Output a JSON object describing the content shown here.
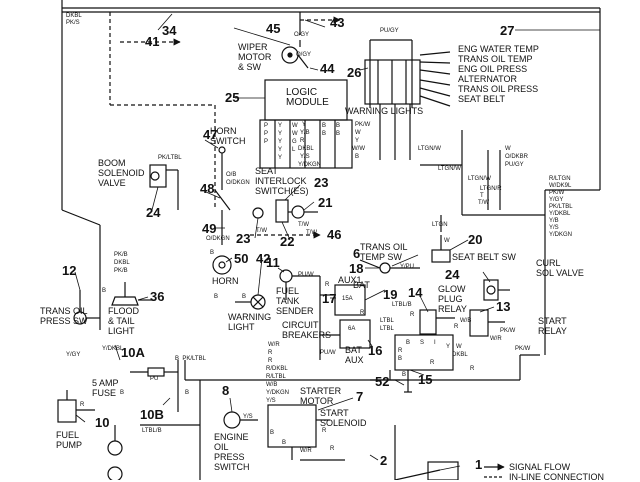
{
  "components": {
    "wiper_motor": "WIPER\nMOTOR\n& SW",
    "logic_module": "LOGIC\nMODULE",
    "warning_lights": "WARNING LIGHTS",
    "horn_switch": "HORN\nSWITCH",
    "seat_interlock": "SEAT\nINTERLOCK\nSWITCH(ES)",
    "boom_solenoid": "BOOM\nSOLENOID\nVALVE",
    "trans_oil_temp_sw": "TRANS OIL\nTEMP SW",
    "seat_belt_sw": "SEAT BELT SW",
    "curl_sol_valve": "CURL\nSOL VALVE",
    "trans_oil_press_sw": "TRANS OIL\nPRESS SW",
    "flood_tail_light": "FLOOD\n& TAIL\nLIGHT",
    "horn": "HORN",
    "warning_light": "WARNING\nLIGHT",
    "fuel_tank_sender": "FUEL\nTANK\nSENDER",
    "circuit_breakers": "CIRCUIT\nBREAKERS",
    "glow_plug_relay": "GLOW\nPLUG\nRELAY",
    "start_relay": "START\nRELAY",
    "five_amp_fuse": "5 AMP\nFUSE",
    "fuel_pump": "FUEL\nPUMP",
    "engine_oil_press_switch": "ENGINE\nOIL\nPRESS\nSWITCH",
    "starter_motor": "STARTER\nMOTOR",
    "start_solenoid": "START\nSOLENOID",
    "aux1": "AUX1",
    "bat_top": "BAT",
    "bat_aux": "BAT\nAUX",
    "breaker_15a": "15A",
    "breaker_6a": "6A",
    "b_label": "B",
    "s_label": "S",
    "i_label": "I"
  },
  "warning_list": [
    "ENG WATER TEMP",
    "TRANS OIL TEMP",
    "ENG OIL PRESS",
    "ALTERNATOR",
    "TRANS OIL PRESS",
    "SEAT BELT"
  ],
  "legend": {
    "signal_flow": "SIGNAL FLOW",
    "inline_connection": "IN-LINE CONNECTION"
  },
  "callouts": {
    "n1": "1",
    "n2": "2",
    "n6": "6",
    "n7": "7",
    "n8": "8",
    "n10": "10",
    "n10a": "10A",
    "n10b": "10B",
    "n11": "11",
    "n12": "12",
    "n13": "13",
    "n14": "14",
    "n15": "15",
    "n16": "16",
    "n17": "17",
    "n18": "18",
    "n19": "19",
    "n20": "20",
    "n21": "21",
    "n22": "22",
    "n23a": "23",
    "n23b": "23",
    "n24a": "24",
    "n24b": "24",
    "n25": "25",
    "n26": "26",
    "n27": "27",
    "n34": "34",
    "n36": "36",
    "n41": "41",
    "n42": "42",
    "n43": "43",
    "n44": "44",
    "n45": "45",
    "n46": "46",
    "n47": "47",
    "n48": "48",
    "n49": "49",
    "n50": "50",
    "n52": "52"
  },
  "wire_codes": {
    "top_dkbl_pks": "DKBL\nPK/S",
    "o_gy_wiper": "O/GY",
    "o_gy_wiper2": "O/GY",
    "pu_gy": "PU/GY",
    "pk_ltbl": "PK/LTBL",
    "pk_b": "PK/B",
    "dkbl_left": "DKBL",
    "pk_b2": "PK/B",
    "b_left": "B",
    "y_gy": "Y/GY",
    "y_dkbl": "Y/DKBL",
    "b_pk_ltbl": "B  PK/LTBL",
    "pu_left": "PU",
    "b_fuse": "B",
    "b_fuse2": "B",
    "ltbl_b": "LTBL/B",
    "r_fuelpump": "R",
    "o_b": "O/B",
    "o_dkgn": "O/DKGN",
    "o_dkgn2": "O/DKGN",
    "b_horn": "B",
    "b_warning": "B",
    "b_horn_wire": "B",
    "t_w_interlock": "T/W",
    "t_w_interlock2": "T/W",
    "t_w_seat": "T/W",
    "y_lm": "Y",
    "y_b_lm": "Y/B",
    "r_lm": "R",
    "dkbl_lm": "DKBL",
    "y_s_lm": "Y/S",
    "y_dkgn_lm": "Y/DKGN",
    "pk_w_lm": "PK/W",
    "w_lm": "W",
    "y_lm2": "Y",
    "w_w_lm": "W/W",
    "b_lm": "B",
    "ltgn_w_wl": "LTGN/W",
    "ltgn_w_wl2": "LTGN/W",
    "ltgn_w_right": "LTGN/W",
    "ltgn_r_t": "LTGN/R\nT",
    "t_w_right": "T/W",
    "w_right": "W",
    "o_dkbr": "O/DKBR",
    "pu_gy_right": "PU/GY",
    "ltgn_seatbelt": "LTGN",
    "ltgn_w_seatbelt": "W",
    "r_ltgn_list": "R/LTGN\nW/DK9L\nPK/W\nY/GY\nPK/LTBL\nY/DKBL\nY/B\nY/S\nY/DKGN",
    "pu_w": "PU/W",
    "y_pu": "Y/PU",
    "r_fuel": "R",
    "ltbl_b_relay": "LTBL/B",
    "ltbl": "LTBL",
    "ltbl2": "LTBL",
    "w_b": "W/B",
    "pk_w_r": "PK/W",
    "r_relay": "R",
    "r_relay2": "R",
    "y_relay": "Y",
    "w_relay": "W",
    "dkbl_relay": "DKBL",
    "r_relay3": "R",
    "b_relay": "B",
    "w_r_cb": "W/R",
    "r_cb": "R",
    "r_cb2": "R",
    "pu_w_cb": "PU/W",
    "r_bat": "R",
    "r_dkbl_starter": "R/DKBL",
    "r_ltbl_starter": "R/LTBL",
    "w_b_starter": "W/B",
    "y_dkgn_starter": "Y/DKGN",
    "y_s_starter": "Y/S",
    "r_starter": "R",
    "w_r_starter": "W/R",
    "y_s_oil": "Y/S",
    "b_bottom": "B",
    "r_starter_bot": "R",
    "b_starter_bot": "B",
    "pk_w_right": "PK/W",
    "w_r_right": "W/R",
    "r_15": "R",
    "r_15b": "R",
    "b_52": "B"
  },
  "lm_pins": [
    "P",
    "P",
    "P",
    "Y",
    "Y",
    "Y",
    "Y",
    "Y",
    "W",
    "W",
    "G",
    "L",
    "B",
    "B",
    "B",
    "B"
  ]
}
